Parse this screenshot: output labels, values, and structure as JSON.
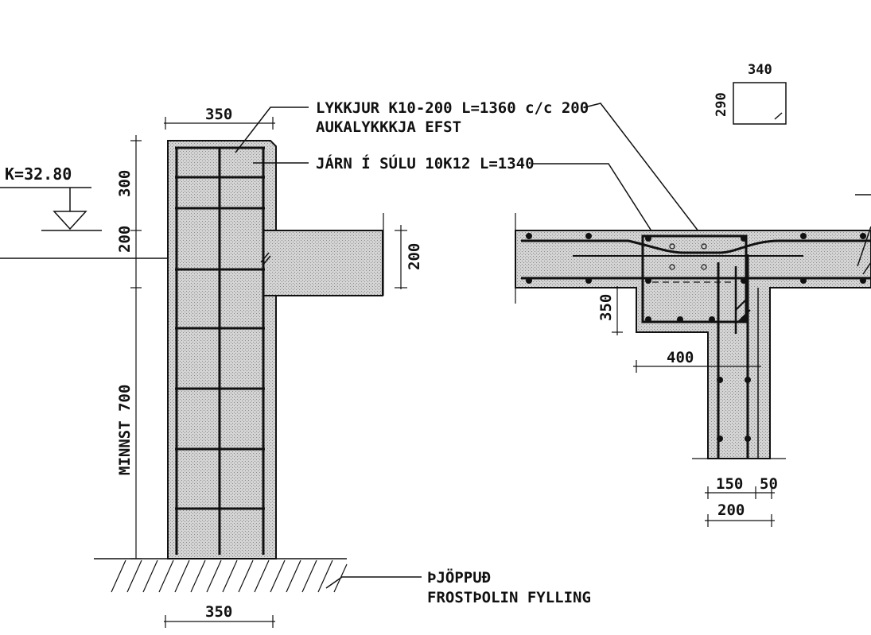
{
  "colors": {
    "ink": "#111111",
    "concrete": "#c9c9c9",
    "background": "#ffffff"
  },
  "labels": {
    "stirrups": "LYKKJUR K10-200 L=1360 c/c 200",
    "extra_stirrup": "AUKALYKKKJA EFST",
    "column_rebar": "JÁRN Í SÚLU 10K12 L=1340",
    "ground_1": "ÞJÖPPUÐ",
    "ground_2": "FROSTÞOLIN FYLLING",
    "elevation": "K=32.80"
  },
  "dimensions": {
    "col_width_top": "350",
    "col_width_bottom": "350",
    "height_top": "300",
    "height_mid": "200",
    "height_min": "MINNST 700",
    "slab_thickness": "200",
    "section_width": "340",
    "section_height": "290",
    "beam_depth": "350",
    "beam_width": "400",
    "wall_150": "150",
    "wall_50": "50",
    "wall_200": "200"
  }
}
